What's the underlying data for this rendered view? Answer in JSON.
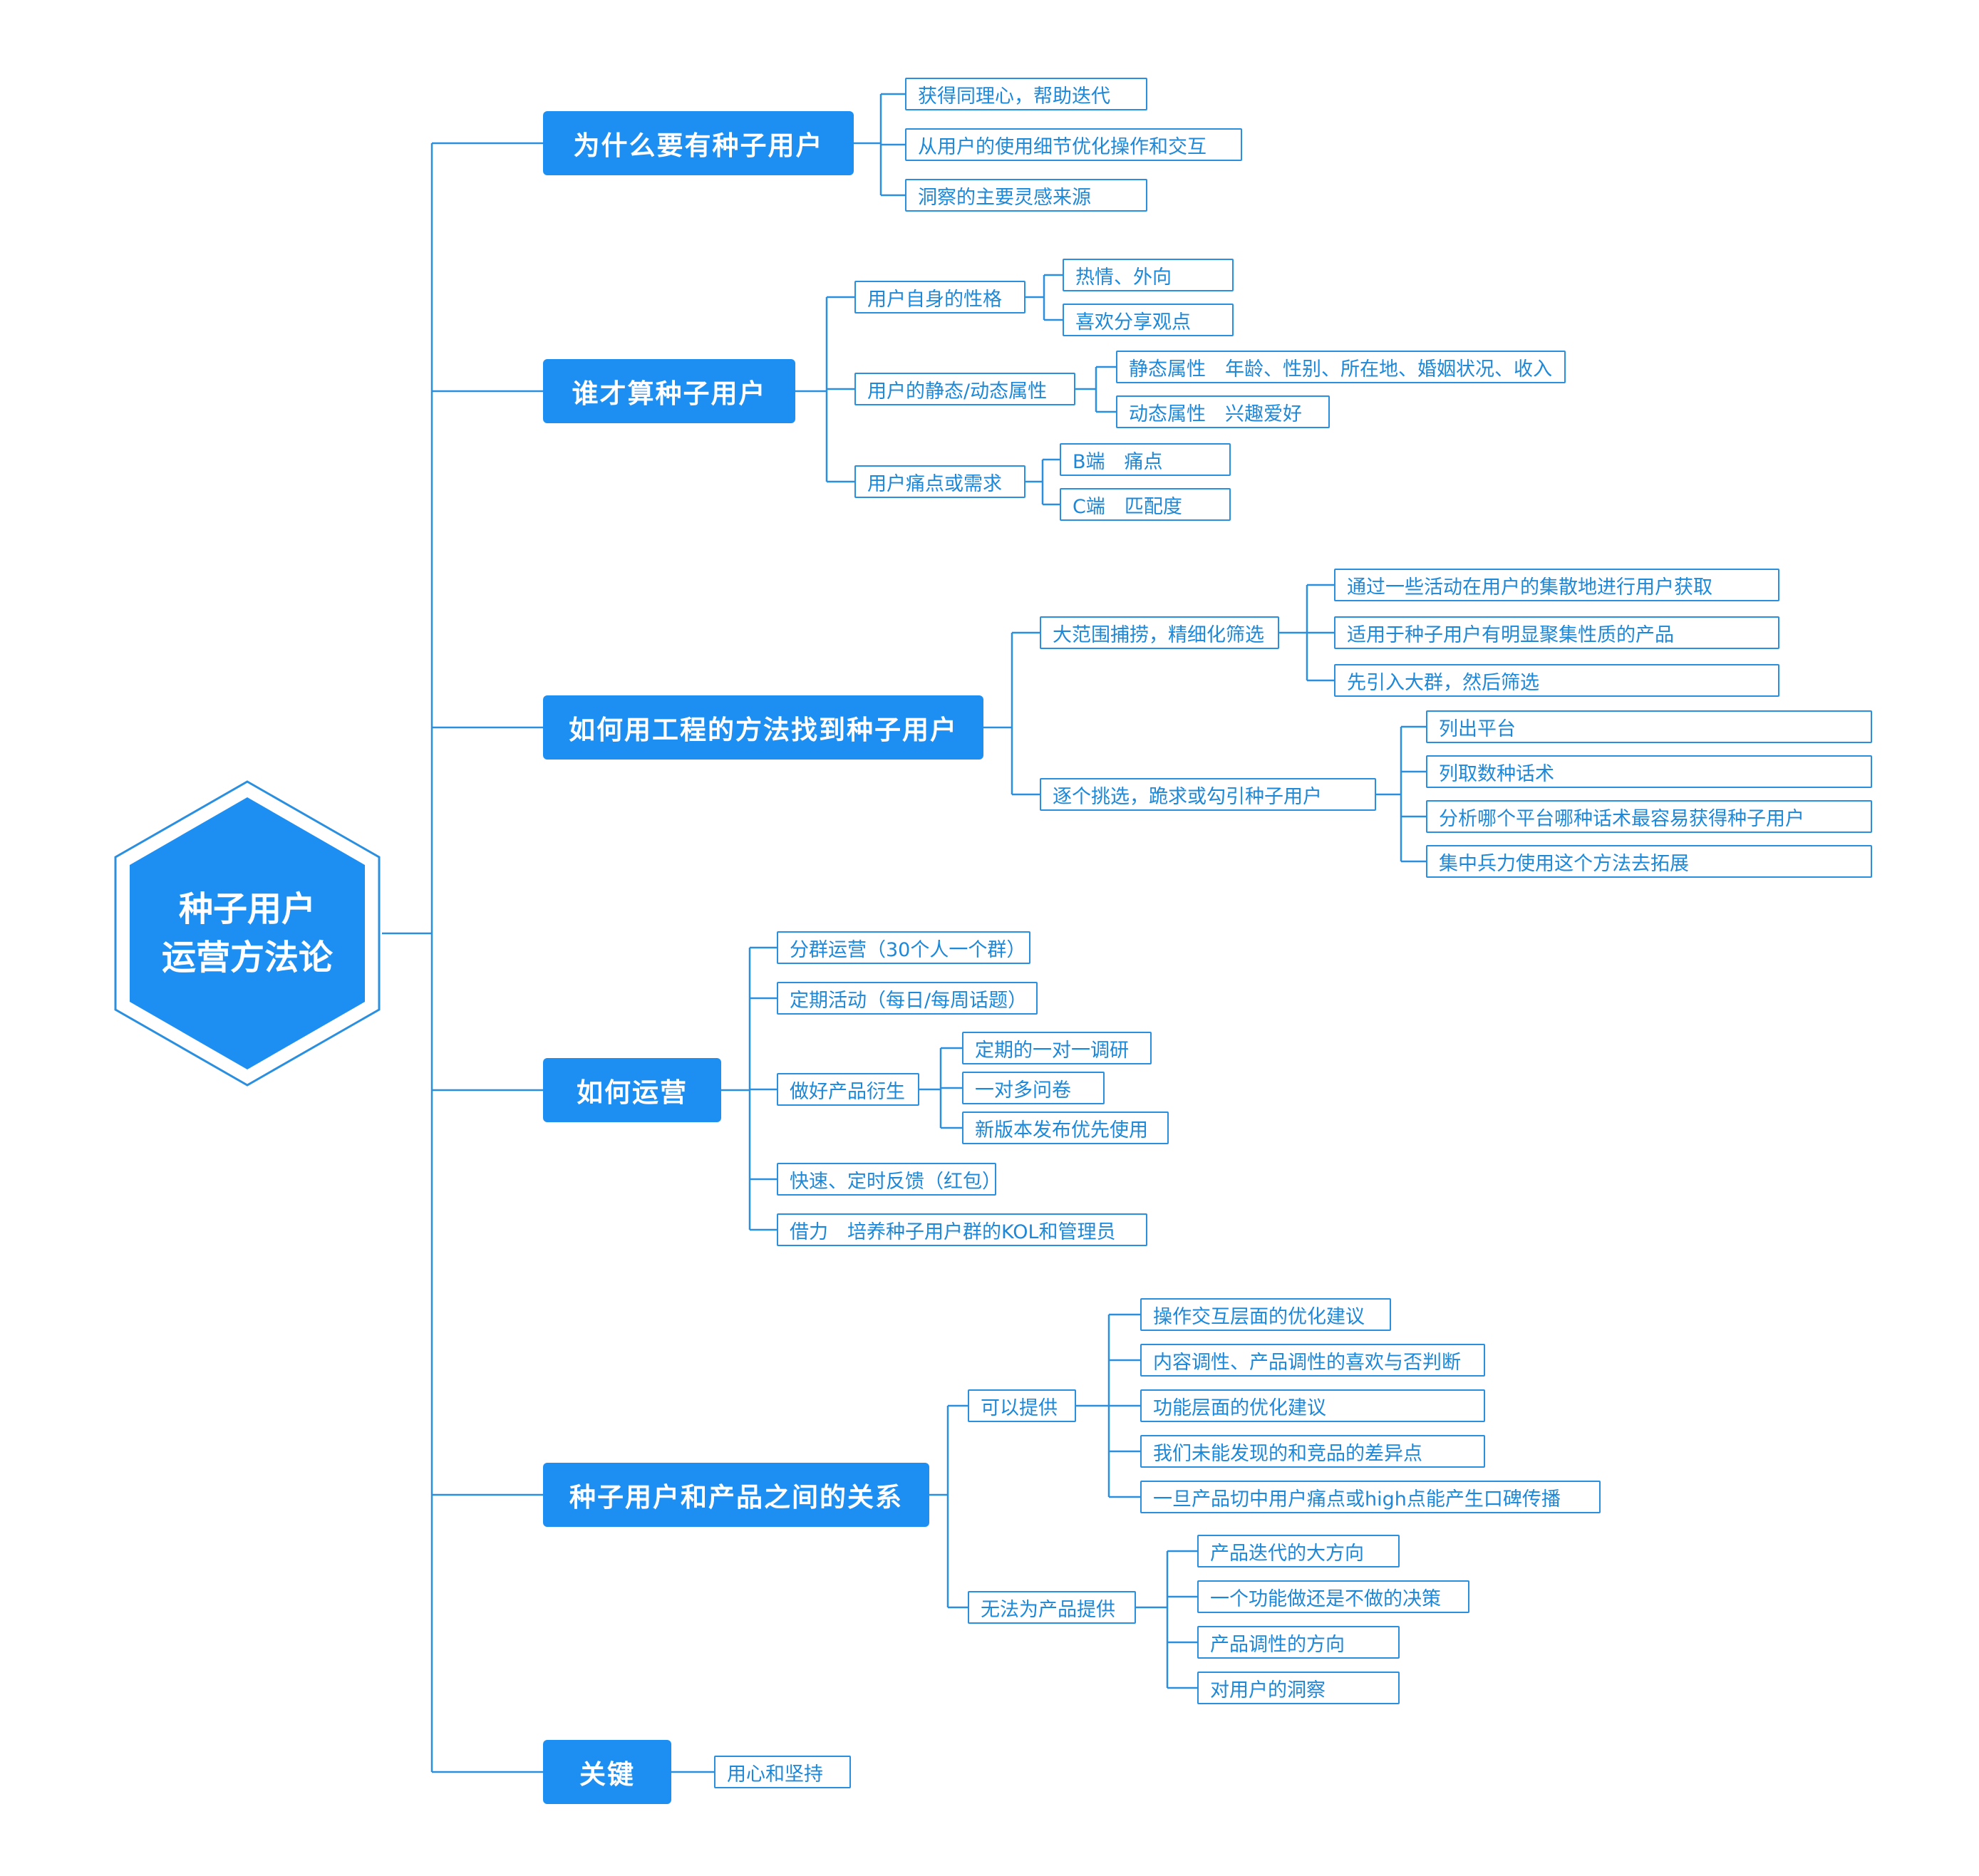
{
  "root": {
    "title": "种子用户\n运营方法论"
  },
  "branches": [
    {
      "label": "为什么要有种子用户",
      "children": [
        {
          "label": "获得同理心，帮助迭代"
        },
        {
          "label": "从用户的使用细节优化操作和交互"
        },
        {
          "label": "洞察的主要灵感来源"
        }
      ]
    },
    {
      "label": "谁才算种子用户",
      "children": [
        {
          "label": "用户自身的性格",
          "children": [
            {
              "label": "热情、外向"
            },
            {
              "label": "喜欢分享观点"
            }
          ]
        },
        {
          "label": "用户的静态/动态属性",
          "children": [
            {
              "label": "静态属性　年龄、性别、所在地、婚姻状况、收入"
            },
            {
              "label": "动态属性　兴趣爱好"
            }
          ]
        },
        {
          "label": "用户痛点或需求",
          "children": [
            {
              "label": "B端　痛点"
            },
            {
              "label": "C端　匹配度"
            }
          ]
        }
      ]
    },
    {
      "label": "如何用工程的方法找到种子用户",
      "children": [
        {
          "label": "大范围捕捞，精细化筛选",
          "children": [
            {
              "label": "通过一些活动在用户的集散地进行用户获取"
            },
            {
              "label": "适用于种子用户有明显聚集性质的产品"
            },
            {
              "label": "先引入大群，然后筛选"
            }
          ]
        },
        {
          "label": "逐个挑选，跪求或勾引种子用户",
          "children": [
            {
              "label": "列出平台"
            },
            {
              "label": "列取数种话术"
            },
            {
              "label": "分析哪个平台哪种话术最容易获得种子用户"
            },
            {
              "label": "集中兵力使用这个方法去拓展"
            }
          ]
        }
      ]
    },
    {
      "label": "如何运营",
      "children": [
        {
          "label": "分群运营（30个人一个群）"
        },
        {
          "label": "定期活动（每日/每周话题）"
        },
        {
          "label": "做好产品衍生",
          "children": [
            {
              "label": "定期的一对一调研"
            },
            {
              "label": "一对多问卷"
            },
            {
              "label": "新版本发布优先使用"
            }
          ]
        },
        {
          "label": "快速、定时反馈（红包）"
        },
        {
          "label": "借力　培养种子用户群的KOL和管理员"
        }
      ]
    },
    {
      "label": "种子用户和产品之间的关系",
      "children": [
        {
          "label": "可以提供",
          "children": [
            {
              "label": "操作交互层面的优化建议"
            },
            {
              "label": "内容调性、产品调性的喜欢与否判断"
            },
            {
              "label": "功能层面的优化建议"
            },
            {
              "label": "我们未能发现的和竞品的差异点"
            },
            {
              "label": "一旦产品切中用户痛点或high点能产生口碑传播"
            }
          ]
        },
        {
          "label": "无法为产品提供",
          "children": [
            {
              "label": "产品迭代的大方向"
            },
            {
              "label": "一个功能做还是不做的决策"
            },
            {
              "label": "产品调性的方向"
            },
            {
              "label": "对用户的洞察"
            }
          ]
        }
      ]
    },
    {
      "label": "关键",
      "children": [
        {
          "label": "用心和坚持"
        }
      ]
    }
  ],
  "colors": {
    "accent": "#1d8ff2",
    "line": "#2b8fe0",
    "node_text": "#1e88d8"
  }
}
